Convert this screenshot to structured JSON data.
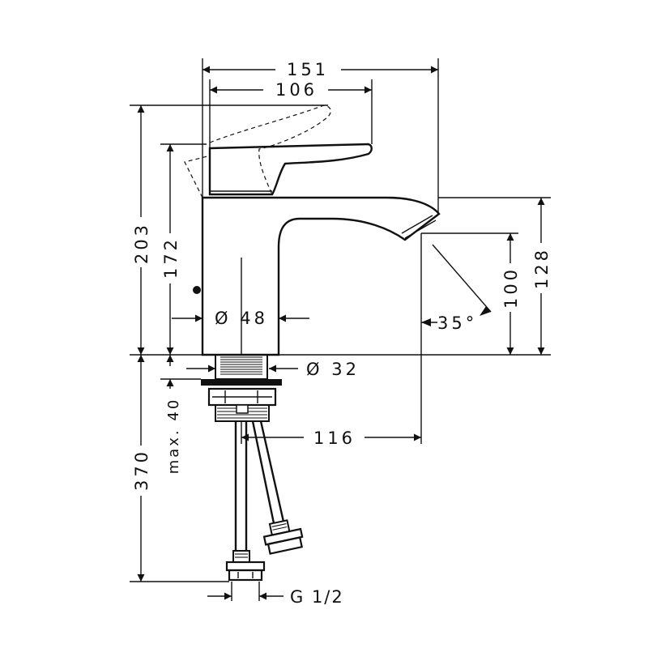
{
  "drawing": {
    "dimensions": {
      "overall_width": "151",
      "handle_reach": "106",
      "total_height": "203",
      "body_height": "172",
      "body_diameter": "Ø 48",
      "base_diameter": "Ø 32",
      "spout_height": "128",
      "outlet_clearance": "100",
      "spray_angle": "35°",
      "spout_projection": "116",
      "max_thickness": "max. 40",
      "hose_length": "370",
      "thread": "G 1/2"
    }
  }
}
